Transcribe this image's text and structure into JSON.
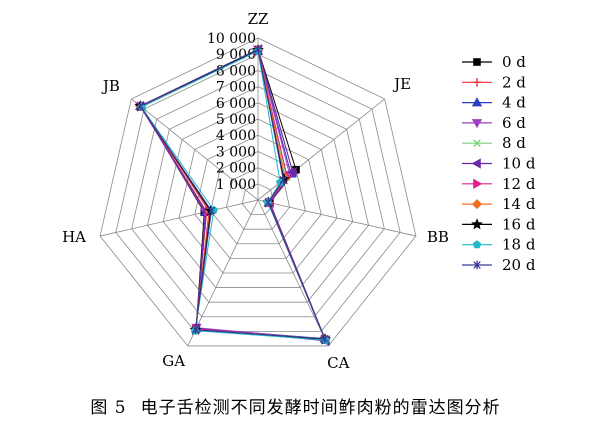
{
  "chart_data": {
    "type": "radar",
    "title": "",
    "axes": [
      "ZZ",
      "JE",
      "BB",
      "CA",
      "GA",
      "HA",
      "JB"
    ],
    "rlim": [
      0,
      10000
    ],
    "ticks": [
      1000,
      2000,
      3000,
      4000,
      5000,
      6000,
      7000,
      8000,
      9000,
      10000
    ],
    "tick_labels": [
      "1 000",
      "2 000",
      "3 000",
      "4 000",
      "5 000",
      "6 000",
      "7 000",
      "8 000",
      "9 000",
      "10 000"
    ],
    "grid": true,
    "legend": "right",
    "series": [
      {
        "name": "0 d",
        "color": "#000000",
        "marker": "square",
        "values": [
          9300,
          3000,
          750,
          9600,
          8800,
          3400,
          9200
        ]
      },
      {
        "name": "2 d",
        "color": "#e8303a",
        "marker": "plus",
        "values": [
          9250,
          2750,
          700,
          9550,
          8850,
          3250,
          9250
        ]
      },
      {
        "name": "4 d",
        "color": "#2a3fbf",
        "marker": "triangle-up",
        "values": [
          9200,
          2600,
          680,
          9500,
          8800,
          3300,
          9300
        ]
      },
      {
        "name": "6 d",
        "color": "#9a40c0",
        "marker": "triangle-down",
        "values": [
          9300,
          2500,
          720,
          9550,
          8750,
          3350,
          9300
        ]
      },
      {
        "name": "8 d",
        "color": "#7ad07a",
        "marker": "x",
        "values": [
          9250,
          2250,
          680,
          9500,
          8900,
          3000,
          9200
        ]
      },
      {
        "name": "10 d",
        "color": "#6a2aa8",
        "marker": "triangle-left",
        "values": [
          9300,
          2750,
          750,
          9650,
          8800,
          3300,
          9300
        ]
      },
      {
        "name": "12 d",
        "color": "#e0208a",
        "marker": "triangle-right",
        "values": [
          9200,
          2300,
          700,
          9550,
          8850,
          3100,
          9250
        ]
      },
      {
        "name": "14 d",
        "color": "#f07020",
        "marker": "diamond",
        "values": [
          9300,
          2150,
          650,
          9500,
          8900,
          3050,
          9300
        ]
      },
      {
        "name": "16 d",
        "color": "#000000",
        "marker": "star",
        "values": [
          9250,
          2050,
          650,
          9550,
          8900,
          3000,
          9300
        ]
      },
      {
        "name": "18 d",
        "color": "#20b8c8",
        "marker": "pentagon",
        "values": [
          9200,
          1750,
          620,
          9600,
          8950,
          2800,
          9200
        ]
      },
      {
        "name": "20 d",
        "color": "#3a3a9a",
        "marker": "asterisk",
        "values": [
          9300,
          2000,
          650,
          9500,
          8900,
          2950,
          9300
        ]
      }
    ]
  },
  "caption": {
    "figure_label": "图 5",
    "text": "电子舌检测不同发酵时间鲊肉粉的雷达图分析"
  }
}
